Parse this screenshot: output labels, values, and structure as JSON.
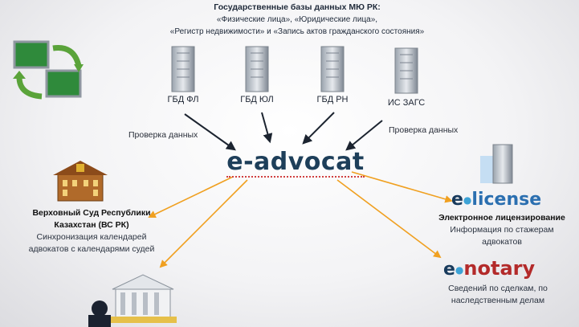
{
  "header": {
    "title": "Государственные базы данных МЮ РК:",
    "line2": "«Физические лица», «Юридические лица»,",
    "line3": "«Регистр недвижимости» и «Запись актов гражданского состояния»"
  },
  "databases": [
    {
      "label": "ГБД ФЛ",
      "icon": "server-building-icon"
    },
    {
      "label": "ГБД ЮЛ",
      "icon": "server-building-icon"
    },
    {
      "label": "ГБД РН",
      "icon": "server-building-icon"
    },
    {
      "label": "ИС ЗАГС",
      "icon": "server-building-icon"
    }
  ],
  "check_left": "Проверка данных",
  "check_right": "Проверка данных",
  "center": "e-advocat",
  "court": {
    "title_line1": "Верховный Суд Республики",
    "title_line2": "Казахстан (ВС РК)",
    "desc_line1": "Синхронизация календарей",
    "desc_line2": "адвокатов с календарями судей"
  },
  "license": {
    "brand_e": "e",
    "brand_rest": "license",
    "title": "Электронное лицензирование",
    "desc_line1": "Информация по стажерам",
    "desc_line2": "адвокатов"
  },
  "notary": {
    "brand_e": "e",
    "brand_rest": "notary",
    "desc_line1": "Сведений по сделкам, по",
    "desc_line2": "наследственным делам"
  },
  "colors": {
    "arrow_dark": "#1c2430",
    "arrow_orange": "#f0a020",
    "brand_blue": "#2b6fb0",
    "brand_red": "#b32a2a"
  }
}
